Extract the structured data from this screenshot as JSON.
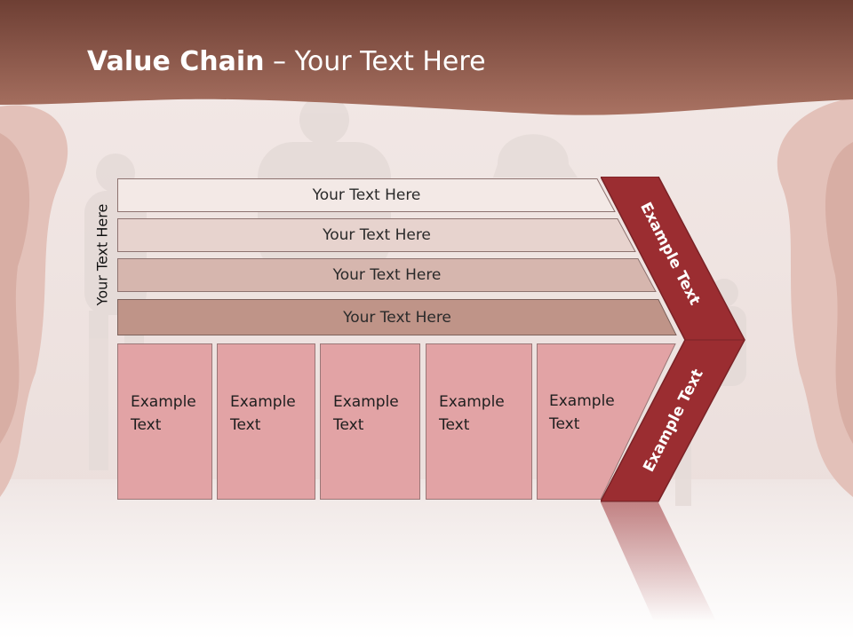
{
  "slide": {
    "title_bold": "Value Chain",
    "title_rest": " – Your Text Here",
    "side_label": "Your Text Here",
    "bars": [
      {
        "label": "Your Text Here",
        "color": "#f3e9e6"
      },
      {
        "label": "Your Text Here",
        "color": "#e7d3ce"
      },
      {
        "label": "Your Text Here",
        "color": "#d6b6ae"
      },
      {
        "label": "Your Text Here",
        "color": "#bf9488"
      }
    ],
    "cards": [
      {
        "label": "Example\nText"
      },
      {
        "label": "Example\nText"
      },
      {
        "label": "Example\nText"
      },
      {
        "label": "Example\nText"
      },
      {
        "label": "Example\nText"
      }
    ],
    "arrow_top_label": "Example Text",
    "arrow_bottom_label": "Example Text",
    "colors": {
      "header": "#8e5a4c",
      "arrow": "#9b2d31",
      "card": "#e2a3a5"
    }
  }
}
